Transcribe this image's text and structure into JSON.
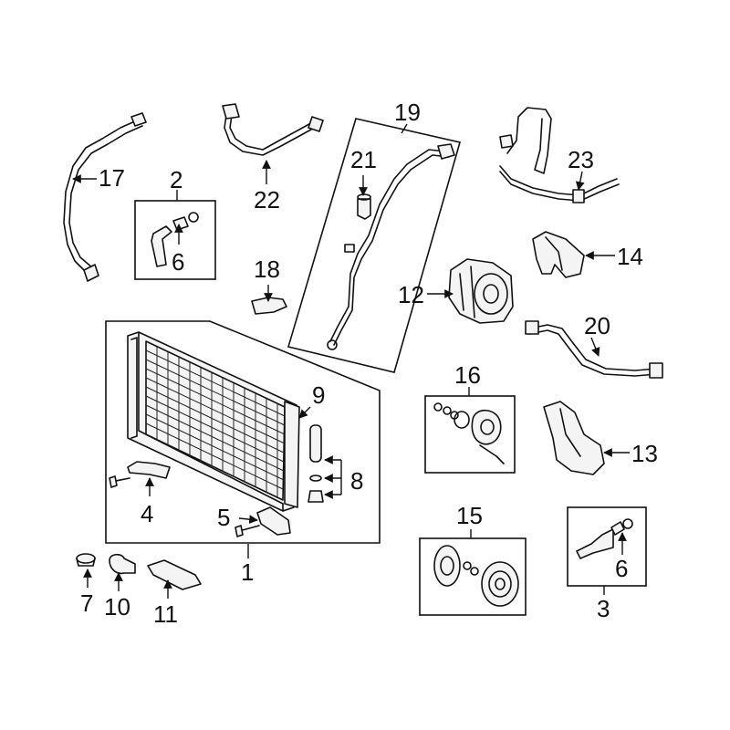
{
  "callouts": {
    "c1": "1",
    "c2": "2",
    "c3": "3",
    "c4": "4",
    "c5": "5",
    "c6a": "6",
    "c6b": "6",
    "c7": "7",
    "c8": "8",
    "c9": "9",
    "c10": "10",
    "c11": "11",
    "c12": "12",
    "c13": "13",
    "c14": "14",
    "c15": "15",
    "c16": "16",
    "c17": "17",
    "c18": "18",
    "c19": "19",
    "c20": "20",
    "c21": "21",
    "c22": "22",
    "c23": "23"
  },
  "colors": {
    "line": "#111111",
    "background": "#ffffff"
  }
}
